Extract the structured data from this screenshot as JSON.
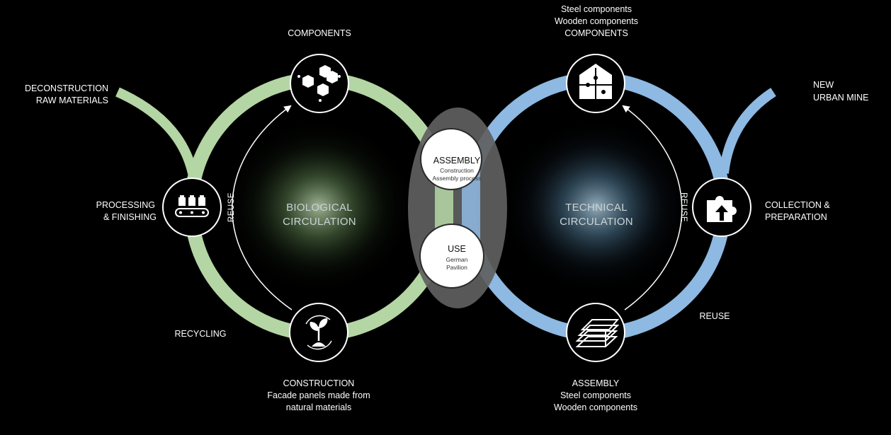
{
  "colors": {
    "background": "#000000",
    "bio_ring": "#b4d6a4",
    "tech_ring": "#8db9e2",
    "overlap": "#6b6b6b",
    "node_fill": "#000000",
    "node_stroke": "#ffffff"
  },
  "left_cycle": {
    "center_label": [
      "BIOLOGICAL",
      "CIRCULATION"
    ],
    "reuse_label": "REUSE",
    "tail_label": [
      "DECONSTRUCTION",
      "RAW MATERIALS"
    ],
    "nodes": {
      "top": {
        "icon": "hexagon-cluster-icon",
        "label": [
          "COMPONENTS"
        ]
      },
      "left": {
        "icon": "conveyor-belt-icon",
        "label": [
          "PROCESSING",
          "& FINISHING"
        ]
      },
      "bottom": {
        "icon": "plant-recycle-icon",
        "label": [
          "CONSTRUCTION",
          "Facade panels made from",
          "natural materials"
        ]
      }
    },
    "recycling_label": "RECYCLING"
  },
  "right_cycle": {
    "center_label": [
      "TECHNICAL",
      "CIRCULATION"
    ],
    "reuse_label": "REUSE",
    "tail_label": [
      "NEW",
      "URBAN MINE"
    ],
    "nodes": {
      "top": {
        "icon": "puzzle-house-icon",
        "label": [
          "Steel components",
          "Wooden components",
          "COMPONENTS"
        ]
      },
      "right": {
        "icon": "puzzle-piece-icon",
        "label": [
          "COLLECTION &",
          "PREPARATION"
        ]
      },
      "bottom": {
        "icon": "lumber-stack-icon",
        "label": [
          "ASSEMBLY",
          "Steel components",
          "Wooden components"
        ]
      }
    },
    "outer_reuse_label": "REUSE"
  },
  "center": {
    "assembly": {
      "title": "ASSEMBLY",
      "sub": [
        "Construction",
        "Assembly process"
      ]
    },
    "use": {
      "title": "USE",
      "sub": [
        "German",
        "Pavilion"
      ]
    }
  }
}
